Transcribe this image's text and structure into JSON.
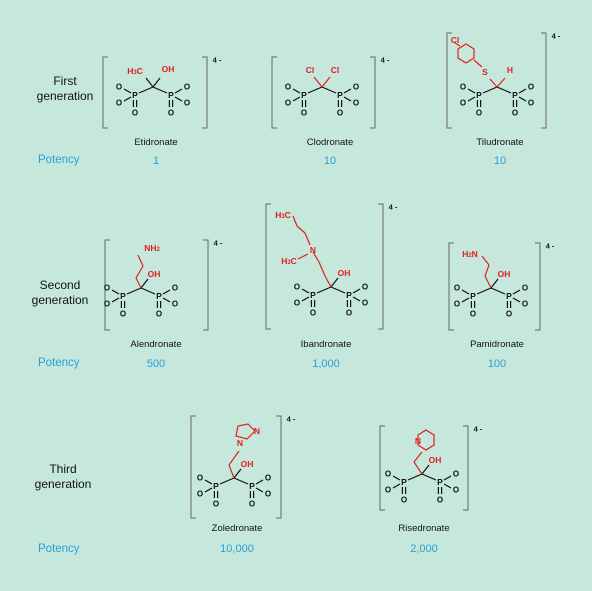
{
  "charge": "4 -",
  "potency_label": "Potency",
  "colors": {
    "background": "#c6e8dc",
    "potency": "#2a9fd6",
    "sidechain": "#e02020",
    "core": "#111111"
  },
  "generations": [
    {
      "label_line1": "First",
      "label_line2": "generation"
    },
    {
      "label_line1": "Second",
      "label_line2": "generation"
    },
    {
      "label_line1": "Third",
      "label_line2": "generation"
    }
  ],
  "drugs": [
    {
      "name": "Etidronate",
      "potency": "1",
      "r1": "H3C",
      "r2": "OH"
    },
    {
      "name": "Clodronate",
      "potency": "10",
      "r1": "Cl",
      "r2": "Cl"
    },
    {
      "name": "Tiludronate",
      "potency": "10",
      "r1": "Cl",
      "r2": "S",
      "r3": "H"
    },
    {
      "name": "Alendronate",
      "potency": "500",
      "r1": "NH2",
      "r2": "OH"
    },
    {
      "name": "Ibandronate",
      "potency": "1,000",
      "r1": "H3C",
      "r2": "N",
      "r3": "H3C",
      "r4": "OH"
    },
    {
      "name": "Pamidronate",
      "potency": "100",
      "r1": "H2N",
      "r2": "OH"
    },
    {
      "name": "Zoledronate",
      "potency": "10,000",
      "r1": "N",
      "r2": "N",
      "r3": "OH"
    },
    {
      "name": "Risedronate",
      "potency": "2,000",
      "r1": "N",
      "r2": "OH"
    }
  ],
  "atoms": {
    "phosphorus": "P",
    "oxygen": "O"
  }
}
